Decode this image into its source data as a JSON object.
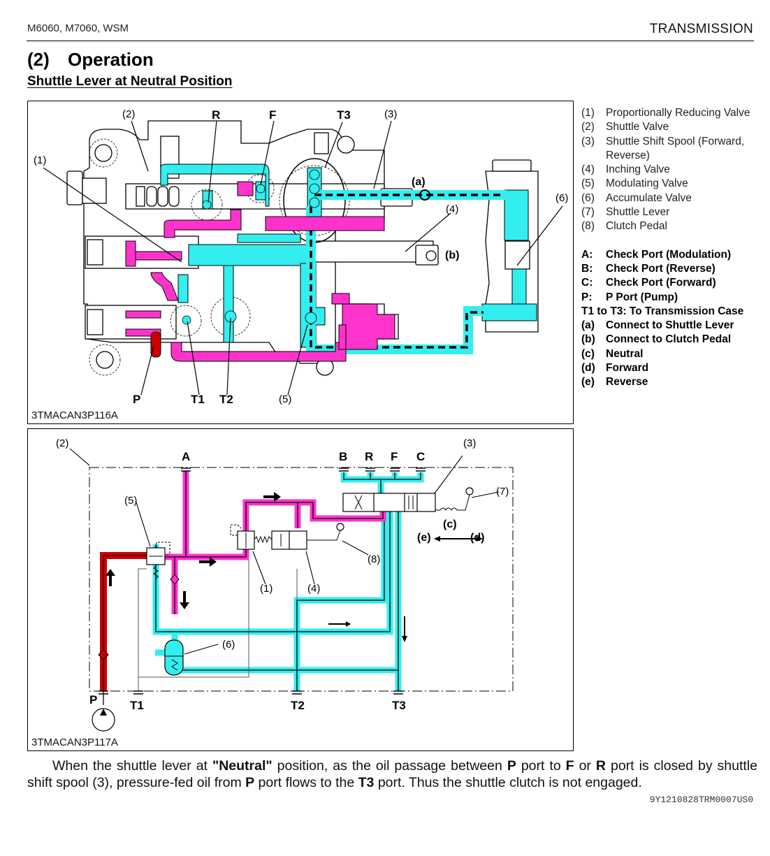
{
  "header": {
    "left": "M6060, M7060, WSM",
    "right": "TRANSMISSION"
  },
  "section": {
    "number": "(2)",
    "title": "Operation",
    "subtitle": "Shuttle Lever at Neutral Position"
  },
  "figure1": {
    "id": "3TMACAN3P116A",
    "callouts": {
      "c1": "(1)",
      "c2": "(2)",
      "c3": "(3)",
      "c4": "(4)",
      "c5": "(5)",
      "c6": "(6)",
      "R": "R",
      "F": "F",
      "T3": "T3",
      "P": "P",
      "T1": "T1",
      "T2": "T2",
      "a": "(a)",
      "b": "(b)"
    }
  },
  "figure2": {
    "id": "3TMACAN3P117A",
    "callouts": {
      "c1": "(1)",
      "c2": "(2)",
      "c3": "(3)",
      "c4": "(4)",
      "c5": "(5)",
      "c6": "(6)",
      "c7": "(7)",
      "c8": "(8)",
      "A": "A",
      "B": "B",
      "R": "R",
      "F": "F",
      "C": "C",
      "P": "P",
      "T1": "T1",
      "T2": "T2",
      "T3": "T3",
      "c": "(c)",
      "d": "(d)",
      "e": "(e)"
    }
  },
  "legend": {
    "components": [
      {
        "key": "(1)",
        "label": "Proportionally Reducing Valve"
      },
      {
        "key": "(2)",
        "label": "Shuttle Valve"
      },
      {
        "key": "(3)",
        "label": "Shuttle Shift Spool (Forward, Reverse)"
      },
      {
        "key": "(4)",
        "label": "Inching Valve"
      },
      {
        "key": "(5)",
        "label": "Modulating Valve"
      },
      {
        "key": "(6)",
        "label": "Accumulate Valve"
      },
      {
        "key": "(7)",
        "label": "Shuttle Lever"
      },
      {
        "key": "(8)",
        "label": "Clutch Pedal"
      }
    ],
    "ports": [
      {
        "key": "A:",
        "label": "Check Port (Modulation)"
      },
      {
        "key": "B:",
        "label": "Check Port (Reverse)"
      },
      {
        "key": "C:",
        "label": "Check Port (Forward)"
      },
      {
        "key": "P:",
        "label": "P Port (Pump)"
      }
    ],
    "transmission": {
      "key": "T1 to T3:",
      "label": "To Transmission Case"
    },
    "notes": [
      {
        "key": "(a)",
        "label": "Connect to Shuttle Lever"
      },
      {
        "key": "(b)",
        "label": "Connect to Clutch Pedal"
      },
      {
        "key": "(c)",
        "label": "Neutral"
      },
      {
        "key": "(d)",
        "label": "Forward"
      },
      {
        "key": "(e)",
        "label": "Reverse"
      }
    ]
  },
  "body": {
    "s1": "When the shuttle lever at ",
    "b1": "\"Neutral\"",
    "s2": " position, as the oil passage between ",
    "b2": "P",
    "s3": " port to ",
    "b3": "F",
    "s4": " or ",
    "b4": "R",
    "s5": " port is closed by shuttle shift spool (3), pressure-fed oil from ",
    "b5": "P",
    "s6": " port flows to the ",
    "b6": "T3",
    "s7": " port. Thus the shuttle clutch is not engaged."
  },
  "doc_id": "9Y1210828TRM0007US0",
  "colors": {
    "pressure": "#ff33cc",
    "pump": "#cc0000",
    "drain": "#33eeee",
    "line": "#000000"
  }
}
